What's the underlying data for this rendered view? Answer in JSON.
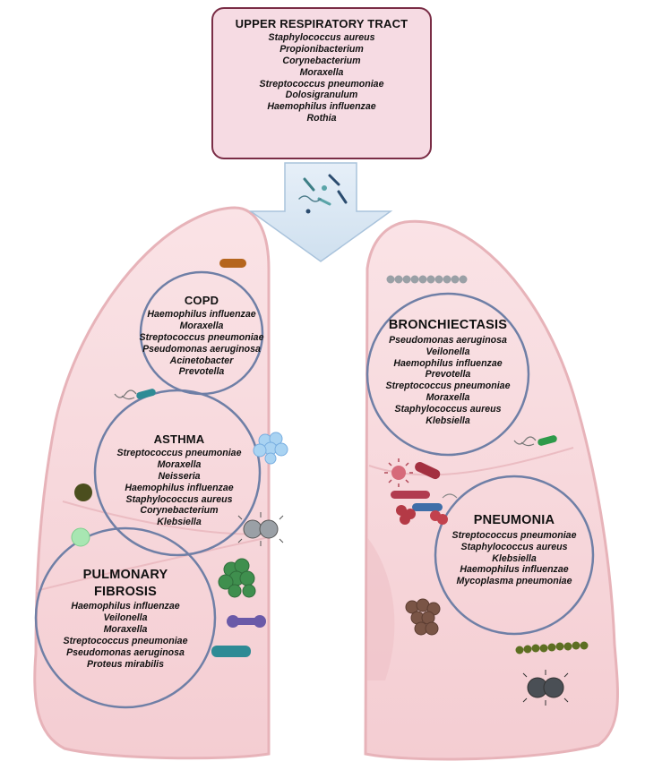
{
  "upper_tract": {
    "title": "UPPER RESPIRATORY TRACT",
    "organisms": [
      "Staphylococcus aureus",
      "Propionibacterium",
      "Corynebacterium",
      "Moraxella",
      "Streptococcus pneumoniae",
      "Dolosigranulum",
      "Haemophilus influenzae",
      "Rothia"
    ]
  },
  "copd": {
    "title": "COPD",
    "organisms": [
      "Haemophilus influenzae",
      "Moraxella",
      "Streptococcus pneumoniae",
      "Pseudomonas aeruginosa",
      "Acinetobacter",
      "Prevotella"
    ]
  },
  "asthma": {
    "title": "ASTHMA",
    "organisms": [
      "Streptococcus pneumoniae",
      "Moraxella",
      "Neisseria",
      "Haemophilus influenzae",
      "Staphylococcus aureus",
      "Corynebacterium",
      "Klebsiella"
    ]
  },
  "fibrosis": {
    "title_line1": "PULMONARY",
    "title_line2": "FIBROSIS",
    "organisms": [
      "Haemophilus influenzae",
      "Veilonella",
      "Moraxella",
      "Streptococcus pneumoniae",
      "Pseudomonas aeruginosa",
      "Proteus mirabilis"
    ]
  },
  "bronchiectasis": {
    "title": "BRONCHIECTASIS",
    "organisms": [
      "Pseudomonas aeruginosa",
      "Veilonella",
      "Haemophilus influenzae",
      "Prevotella",
      "Streptococcus pneumoniae",
      "Moraxella",
      "Staphylococcus aureus",
      "Klebsiella"
    ]
  },
  "pneumonia": {
    "title": "PNEUMONIA",
    "organisms": [
      "Streptococcus pneumoniae",
      "Staphylococcus aureus",
      "Klebsiella",
      "Haemophilus influenzae",
      "Mycoplasma pneumoniae"
    ]
  },
  "colors": {
    "lung_fill": "#f7d7db",
    "lung_outline": "#e7b3b9",
    "circle_stroke": "#6f7fa6",
    "box_fill": "#f6dbe3",
    "box_stroke": "#7a2d46",
    "arrow_fill": "#dce9f4"
  }
}
